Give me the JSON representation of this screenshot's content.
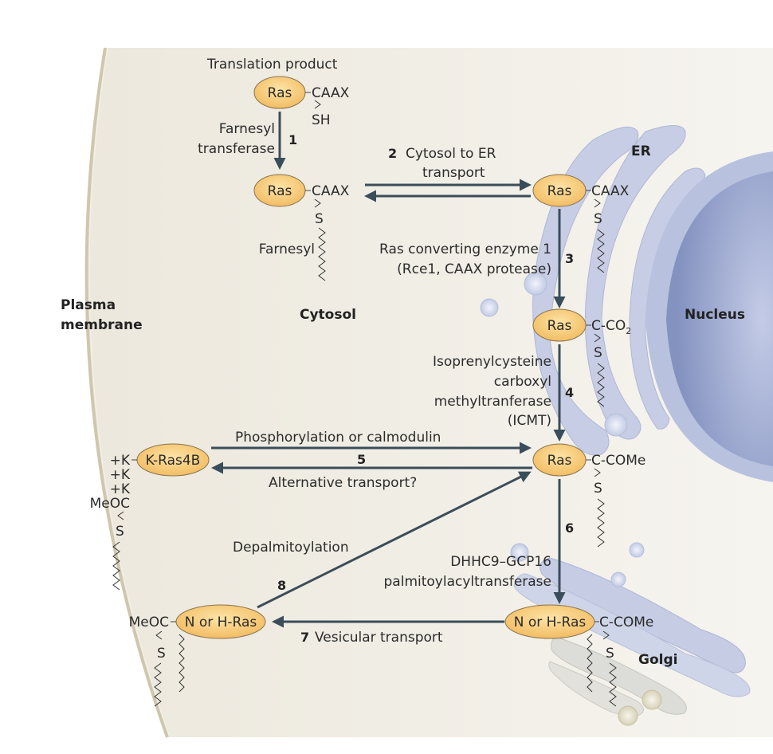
{
  "regions": {
    "plasma_membrane_line1": "Plasma",
    "plasma_membrane_line2": "membrane",
    "cytosol": "Cytosol",
    "er": "ER",
    "nucleus": "Nucleus",
    "golgi": "Golgi"
  },
  "proteins": {
    "translation_product_title": "Translation product",
    "ras": "Ras",
    "k_ras4b": "K-Ras4B",
    "n_or_h_ras": "N or H-Ras"
  },
  "groups": {
    "caax": "CAAX",
    "sh": "SH",
    "s": "S",
    "farnesyl": "Farnesyl",
    "c_co2": "C-CO",
    "c_co2_sub": "2",
    "c_come": "C-COMe",
    "meoc": "MeOC",
    "plus_k": "+K"
  },
  "steps": [
    {
      "number": "1",
      "lines": [
        "Farnesyl",
        "transferase"
      ]
    },
    {
      "number": "2",
      "lines": [
        "Cytosol to ER",
        "transport"
      ]
    },
    {
      "number": "3",
      "lines": [
        "Ras converting enzyme 1",
        "(Rce1, CAAX protease)"
      ]
    },
    {
      "number": "4",
      "lines": [
        "Isoprenylcysteine",
        "carboxyl",
        "methyltranferase",
        "(ICMT)"
      ]
    },
    {
      "number": "5",
      "lines": [
        "Phosphorylation or calmodulin",
        "Alternative transport?"
      ]
    },
    {
      "number": "6",
      "lines": [
        "DHHC9–GCP16",
        "palmitoylacyltransferase"
      ]
    },
    {
      "number": "7",
      "lines": [
        "Vesicular transport"
      ]
    },
    {
      "number": "8",
      "lines": [
        "Depalmitoylation"
      ]
    }
  ],
  "colors": {
    "cytosol_bg": "#f1eee6",
    "membrane": "#cfc7ad",
    "ras_fill": "#f6c66e",
    "er": "#c5cce3",
    "nucleus": "#8f9dc6",
    "arrow": "#3a4d5a"
  }
}
